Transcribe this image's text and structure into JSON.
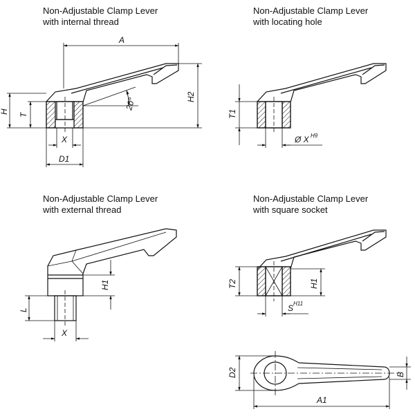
{
  "titles": {
    "tl_line1": "Non-Adjustable Clamp Lever",
    "tl_line2": "with internal thread",
    "tr_line1": "Non-Adjustable Clamp Lever",
    "tr_line2": "with locating hole",
    "bl_line1": "Non-Adjustable Clamp Lever",
    "bl_line2": "with external thread",
    "br_line1": "Non-Adjustable Clamp Lever",
    "br_line2": "with square socket"
  },
  "dims": {
    "A": "A",
    "H": "H",
    "T": "T",
    "H2": "H2",
    "X": "X",
    "D1": "D1",
    "angle": "20°",
    "T1": "T1",
    "phiX": "Ø X",
    "H9": "H9",
    "H1": "H1",
    "L": "L",
    "X2": "X",
    "T2": "T2",
    "H1b": "H1",
    "S": "S",
    "H11": "H11",
    "D2": "D2",
    "B": "B",
    "A1": "A1"
  },
  "colors": {
    "line": "#111111",
    "background": "#ffffff"
  }
}
